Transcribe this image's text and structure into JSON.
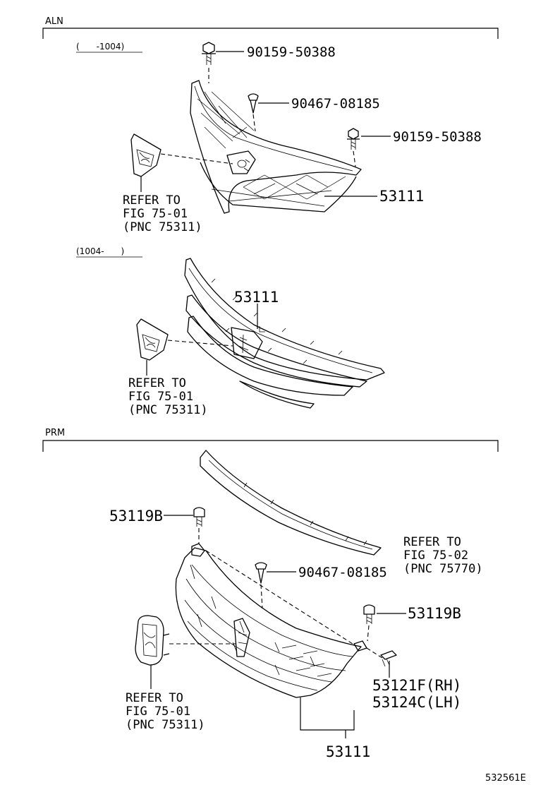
{
  "sections": {
    "aln": "ALN",
    "prm": "PRM"
  },
  "ranges": {
    "early": "(　　-1004)",
    "late": "(1004-　　)"
  },
  "aln_early": {
    "bolt_top": "90159-50388",
    "clip": "90467-08185",
    "bolt_right": "90159-50388",
    "grille": "53111",
    "ref": [
      "REFER TO",
      "FIG 75-01",
      "(PNC 75311)"
    ]
  },
  "aln_late": {
    "grille": "53111",
    "ref": [
      "REFER TO",
      "FIG 75-01",
      "(PNC 75311)"
    ]
  },
  "prm": {
    "screw_left": "53119B",
    "clip": "90467-08185",
    "screw_right": "53119B",
    "ref_molding": [
      "REFER TO",
      "FIG 75-02",
      "(PNC 75770)"
    ],
    "ref_emblem": [
      "REFER TO",
      "FIG 75-01",
      "(PNC 75311)"
    ],
    "retainer_rh": "53121F(RH)",
    "retainer_lh": "53124C(LH)",
    "grille": "53111"
  },
  "figure_id": "532561E"
}
